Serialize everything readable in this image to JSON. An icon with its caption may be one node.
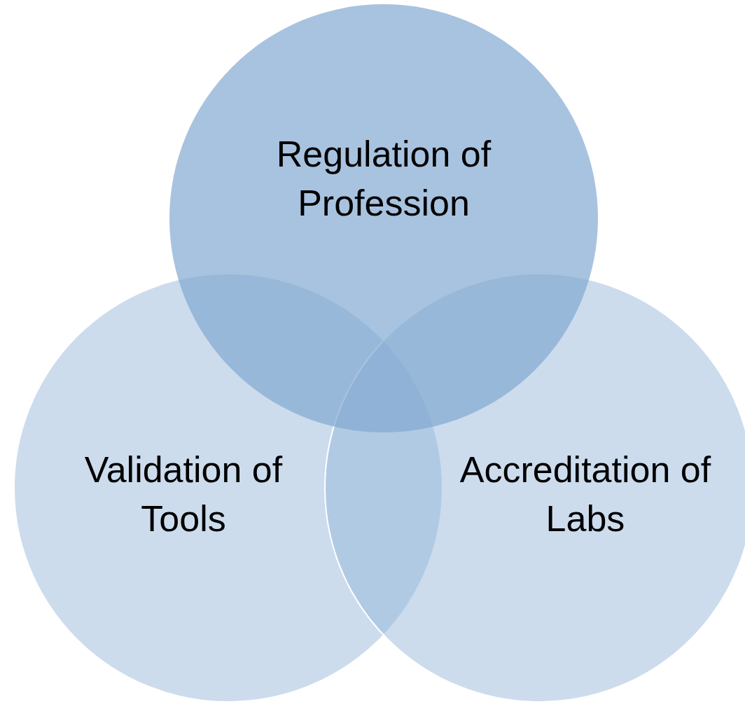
{
  "diagram": {
    "nodes": [
      {
        "text": [
          "Regulation of Profession"
        ]
      },
      {
        "text": [
          "Validation of Tools"
        ]
      },
      {
        "text": [
          "Accreditation of Labs"
        ]
      }
    ]
  }
}
